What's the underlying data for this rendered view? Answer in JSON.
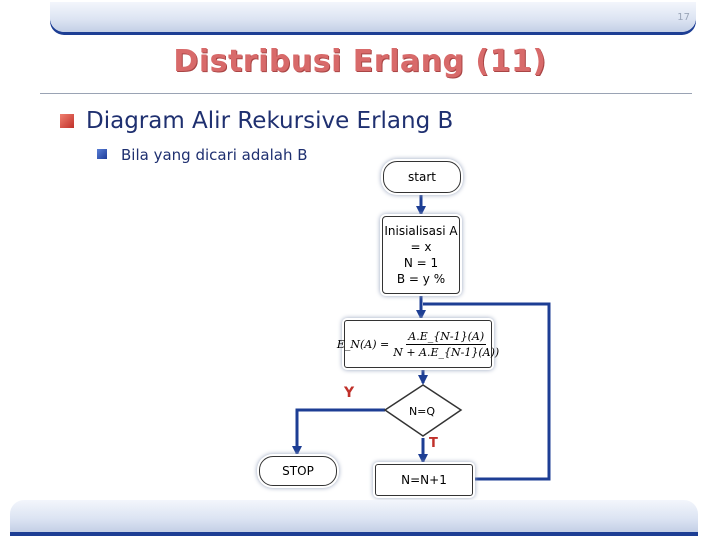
{
  "slide": {
    "page_number": "17",
    "title": "Distribusi Erlang (11)",
    "bullet_l1": "Diagram Alir Rekursive Erlang B",
    "bullet_l2": "Bila yang dicari adalah B"
  },
  "flowchart": {
    "start": "start",
    "init_lines": [
      "Inisialisasi A",
      "= x",
      "N = 1",
      "B = y %"
    ],
    "formula": {
      "lhs": "E_N(A) =",
      "numerator": "A.E_{N-1}(A)",
      "denominator": "N + A.E_{N-1}(A))"
    },
    "decision": "N=Q",
    "yes_label": "Y",
    "no_label": "T",
    "stop": "STOP",
    "increment": "N=N+1"
  },
  "colors": {
    "accent_red": "#c0302a",
    "title_red": "#d86a6a",
    "navy": "#1d3e94",
    "text_blue": "#1f3070"
  }
}
